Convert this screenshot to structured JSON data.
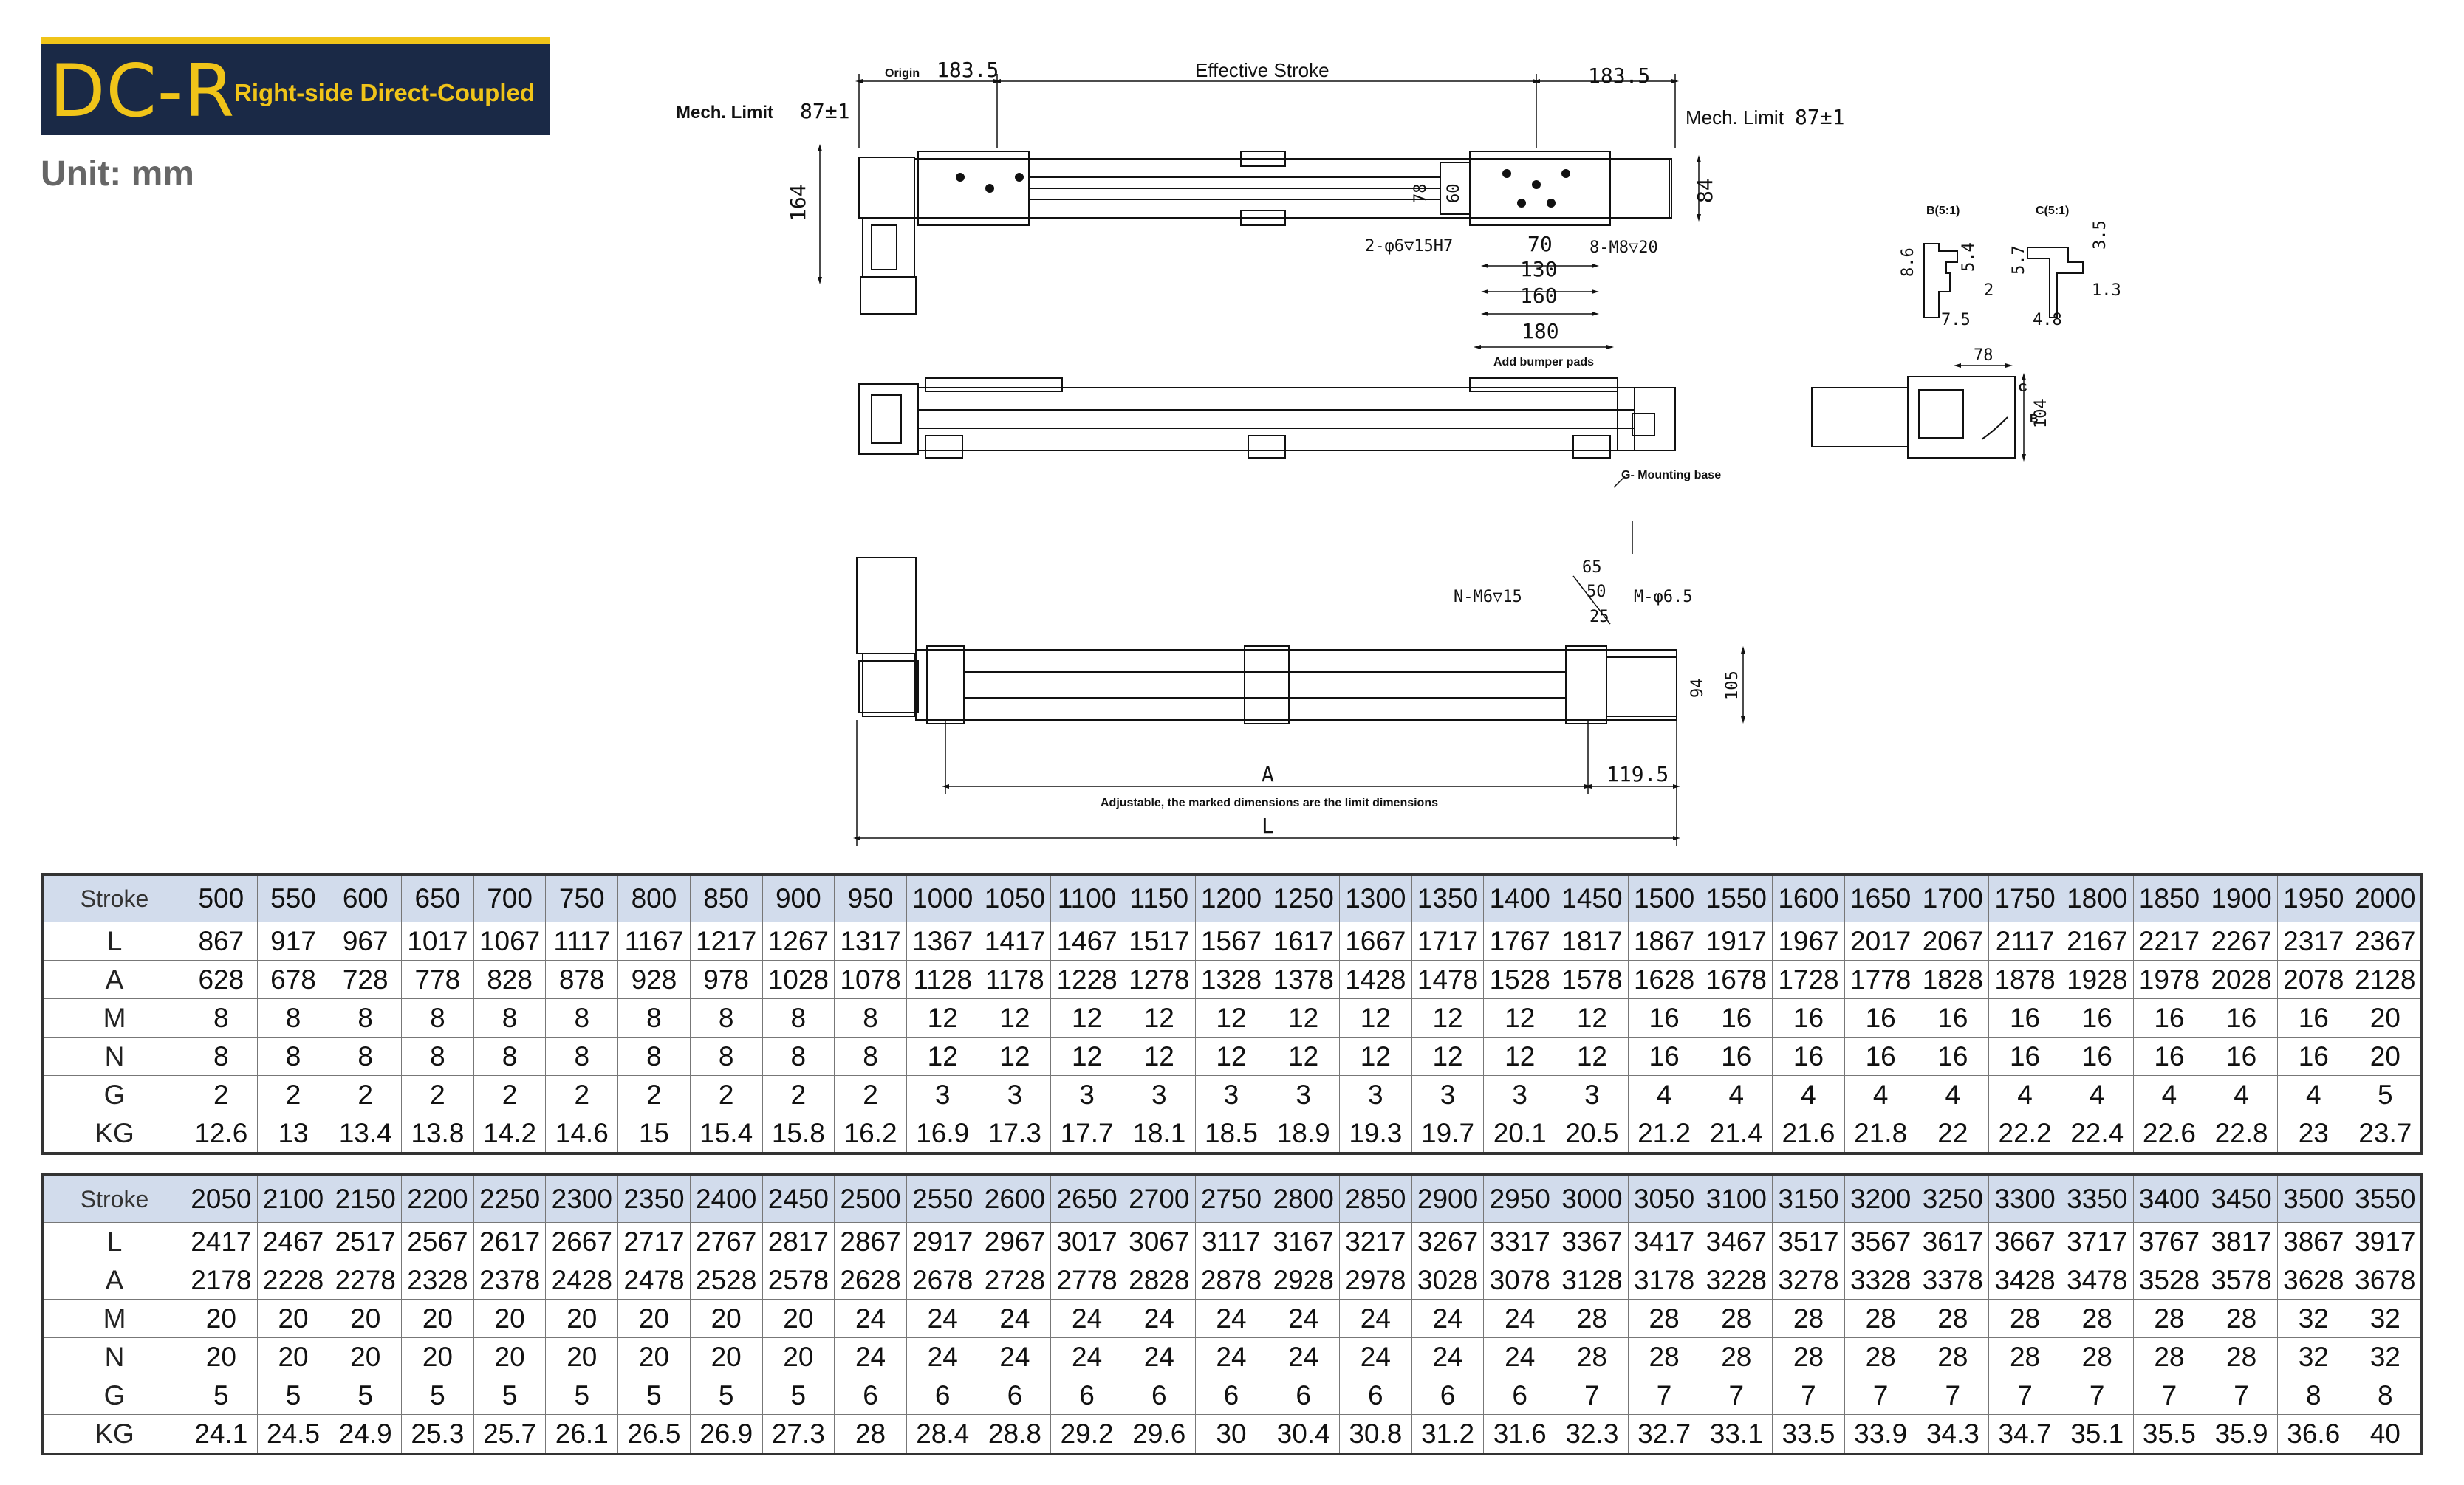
{
  "header": {
    "model": "DC-R",
    "subtitle": "Right-side Direct-Coupled",
    "unit": "Unit: mm"
  },
  "drawing": {
    "labels": {
      "origin": "Origin",
      "effective_stroke": "Effective Stroke",
      "mech_limit": "Mech. Limit",
      "add_bumper_pads": "Add bumper pads",
      "mounting_base": "G- Mounting base",
      "adjustable_note": "Adjustable, the marked dimensions are the limit dimensions",
      "detail_b": "B(5:1)",
      "detail_c": "C(5:1)",
      "callout_b": "B",
      "callout_c": "C"
    },
    "dims": {
      "origin_183": "183.5",
      "right_183": "183.5",
      "mech_limit_left": "87±1",
      "mech_limit_right": "87±1",
      "h164": "164",
      "h84": "84",
      "h78": "78",
      "h60": "60",
      "pin": "2-φ6▽15H7",
      "d70": "70",
      "d130": "130",
      "d160": "160",
      "bolt": "8-M8▽20",
      "d180": "180",
      "b_86": "8.6",
      "b_54": "5.4",
      "b_2": "2",
      "b_75": "7.5",
      "c_57": "5.7",
      "c_35": "3.5",
      "c_13": "1.3",
      "c_48": "4.8",
      "e78": "78",
      "e104": "104",
      "d65": "65",
      "d50": "50",
      "d25": "25",
      "n_m6": "N-M6▽15",
      "m_phi": "M-φ6.5",
      "h94": "94",
      "h105": "105",
      "dimA": "A",
      "d1195": "119.5",
      "dimL": "L"
    }
  },
  "tables": [
    {
      "rows": [
        {
          "label": "Stroke",
          "values": [
            "500",
            "550",
            "600",
            "650",
            "700",
            "750",
            "800",
            "850",
            "900",
            "950",
            "1000",
            "1050",
            "1100",
            "1150",
            "1200",
            "1250",
            "1300",
            "1350",
            "1400",
            "1450",
            "1500",
            "1550",
            "1600",
            "1650",
            "1700",
            "1750",
            "1800",
            "1850",
            "1900",
            "1950",
            "2000"
          ]
        },
        {
          "label": "L",
          "values": [
            "867",
            "917",
            "967",
            "1017",
            "1067",
            "1117",
            "1167",
            "1217",
            "1267",
            "1317",
            "1367",
            "1417",
            "1467",
            "1517",
            "1567",
            "1617",
            "1667",
            "1717",
            "1767",
            "1817",
            "1867",
            "1917",
            "1967",
            "2017",
            "2067",
            "2117",
            "2167",
            "2217",
            "2267",
            "2317",
            "2367"
          ]
        },
        {
          "label": "A",
          "values": [
            "628",
            "678",
            "728",
            "778",
            "828",
            "878",
            "928",
            "978",
            "1028",
            "1078",
            "1128",
            "1178",
            "1228",
            "1278",
            "1328",
            "1378",
            "1428",
            "1478",
            "1528",
            "1578",
            "1628",
            "1678",
            "1728",
            "1778",
            "1828",
            "1878",
            "1928",
            "1978",
            "2028",
            "2078",
            "2128"
          ]
        },
        {
          "label": "M",
          "values": [
            "8",
            "8",
            "8",
            "8",
            "8",
            "8",
            "8",
            "8",
            "8",
            "8",
            "12",
            "12",
            "12",
            "12",
            "12",
            "12",
            "12",
            "12",
            "12",
            "12",
            "16",
            "16",
            "16",
            "16",
            "16",
            "16",
            "16",
            "16",
            "16",
            "16",
            "20"
          ]
        },
        {
          "label": "N",
          "values": [
            "8",
            "8",
            "8",
            "8",
            "8",
            "8",
            "8",
            "8",
            "8",
            "8",
            "12",
            "12",
            "12",
            "12",
            "12",
            "12",
            "12",
            "12",
            "12",
            "12",
            "16",
            "16",
            "16",
            "16",
            "16",
            "16",
            "16",
            "16",
            "16",
            "16",
            "20"
          ]
        },
        {
          "label": "G",
          "values": [
            "2",
            "2",
            "2",
            "2",
            "2",
            "2",
            "2",
            "2",
            "2",
            "2",
            "3",
            "3",
            "3",
            "3",
            "3",
            "3",
            "3",
            "3",
            "3",
            "3",
            "4",
            "4",
            "4",
            "4",
            "4",
            "4",
            "4",
            "4",
            "4",
            "4",
            "5"
          ]
        },
        {
          "label": "KG",
          "values": [
            "12.6",
            "13",
            "13.4",
            "13.8",
            "14.2",
            "14.6",
            "15",
            "15.4",
            "15.8",
            "16.2",
            "16.9",
            "17.3",
            "17.7",
            "18.1",
            "18.5",
            "18.9",
            "19.3",
            "19.7",
            "20.1",
            "20.5",
            "21.2",
            "21.4",
            "21.6",
            "21.8",
            "22",
            "22.2",
            "22.4",
            "22.6",
            "22.8",
            "23",
            "23.7"
          ]
        }
      ]
    },
    {
      "rows": [
        {
          "label": "Stroke",
          "values": [
            "2050",
            "2100",
            "2150",
            "2200",
            "2250",
            "2300",
            "2350",
            "2400",
            "2450",
            "2500",
            "2550",
            "2600",
            "2650",
            "2700",
            "2750",
            "2800",
            "2850",
            "2900",
            "2950",
            "3000",
            "3050",
            "3100",
            "3150",
            "3200",
            "3250",
            "3300",
            "3350",
            "3400",
            "3450",
            "3500",
            "3550"
          ]
        },
        {
          "label": "L",
          "values": [
            "2417",
            "2467",
            "2517",
            "2567",
            "2617",
            "2667",
            "2717",
            "2767",
            "2817",
            "2867",
            "2917",
            "2967",
            "3017",
            "3067",
            "3117",
            "3167",
            "3217",
            "3267",
            "3317",
            "3367",
            "3417",
            "3467",
            "3517",
            "3567",
            "3617",
            "3667",
            "3717",
            "3767",
            "3817",
            "3867",
            "3917"
          ]
        },
        {
          "label": "A",
          "values": [
            "2178",
            "2228",
            "2278",
            "2328",
            "2378",
            "2428",
            "2478",
            "2528",
            "2578",
            "2628",
            "2678",
            "2728",
            "2778",
            "2828",
            "2878",
            "2928",
            "2978",
            "3028",
            "3078",
            "3128",
            "3178",
            "3228",
            "3278",
            "3328",
            "3378",
            "3428",
            "3478",
            "3528",
            "3578",
            "3628",
            "3678"
          ]
        },
        {
          "label": "M",
          "values": [
            "20",
            "20",
            "20",
            "20",
            "20",
            "20",
            "20",
            "20",
            "20",
            "24",
            "24",
            "24",
            "24",
            "24",
            "24",
            "24",
            "24",
            "24",
            "24",
            "28",
            "28",
            "28",
            "28",
            "28",
            "28",
            "28",
            "28",
            "28",
            "28",
            "32",
            "32"
          ]
        },
        {
          "label": "N",
          "values": [
            "20",
            "20",
            "20",
            "20",
            "20",
            "20",
            "20",
            "20",
            "20",
            "24",
            "24",
            "24",
            "24",
            "24",
            "24",
            "24",
            "24",
            "24",
            "24",
            "28",
            "28",
            "28",
            "28",
            "28",
            "28",
            "28",
            "28",
            "28",
            "28",
            "32",
            "32"
          ]
        },
        {
          "label": "G",
          "values": [
            "5",
            "5",
            "5",
            "5",
            "5",
            "5",
            "5",
            "5",
            "5",
            "6",
            "6",
            "6",
            "6",
            "6",
            "6",
            "6",
            "6",
            "6",
            "6",
            "7",
            "7",
            "7",
            "7",
            "7",
            "7",
            "7",
            "7",
            "7",
            "7",
            "8",
            "8"
          ]
        },
        {
          "label": "KG",
          "values": [
            "24.1",
            "24.5",
            "24.9",
            "25.3",
            "25.7",
            "26.1",
            "26.5",
            "26.9",
            "27.3",
            "28",
            "28.4",
            "28.8",
            "29.2",
            "29.6",
            "30",
            "30.4",
            "30.8",
            "31.2",
            "31.6",
            "32.3",
            "32.7",
            "33.1",
            "33.5",
            "33.9",
            "34.3",
            "34.7",
            "35.1",
            "35.5",
            "35.9",
            "36.6",
            "40"
          ]
        }
      ]
    }
  ]
}
